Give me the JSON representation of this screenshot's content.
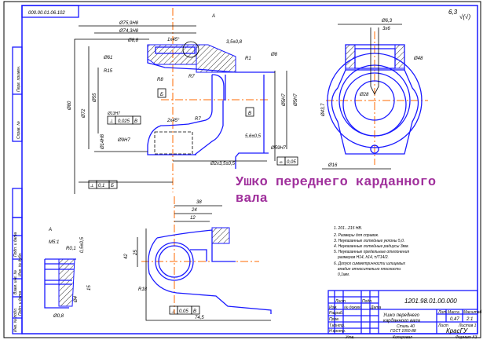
{
  "overlay_title": "Ушко переднего карданного вала",
  "drawing_code_rotated": "000.00.01.06.102",
  "dimensions": {
    "top_view": [
      "Ø75,9H8",
      "Ø74,3H8",
      "3,5",
      "Ø8,8",
      "1x45°",
      "R8",
      "R7",
      "3,5±0,8",
      "R1",
      "Ø8",
      "R7",
      "2x45°",
      "Ø61",
      "R15",
      "Ø9H7",
      "Ø13H7",
      "Ø14Н8",
      "Ø55",
      "Ø72",
      "Ø80",
      "Ø5Н7",
      "Ø5Н7",
      "5,6±0,5",
      "Ø59H7",
      "Ø59H7",
      "Ø2x3,5±0,5"
    ],
    "right_view": [
      "Ø6,3",
      "3x6",
      "Ø43,7",
      "Ø28",
      "Ø48",
      "Ø16"
    ],
    "bottom_view": [
      "38",
      "24",
      "12",
      "42",
      "25",
      "R18",
      "74,5"
    ],
    "detail": [
      "А",
      "М5:1",
      "R0,1",
      "0,5±0,5",
      "Ø4",
      "15",
      "Ø0,8"
    ]
  },
  "datums": [
    "Б",
    "В",
    "А"
  ],
  "tolerance_frames": [
    [
      "⟂",
      "0,1",
      "Б"
    ],
    [
      "⊥",
      "0,025",
      "В"
    ],
    [
      "⊥",
      "0,05",
      "В"
    ],
    [
      "⌯",
      "0,05",
      "В"
    ]
  ],
  "roughness_general": "6,3",
  "notes": [
    "1. 201...215 HB.",
    "2. Размеры для справок.",
    "3. Неуказанные литейные уклоны 5,0.",
    "4. Неуказанные литейные радиусы 3мм.",
    "5. Неуказанные предельные отклонения",
    "размеров H14, h14, ±IT14/2.",
    "6. Допуск симметричности шлицевых",
    "впадин относительно плоскости",
    "0,1мм."
  ],
  "title_block": {
    "designation": "1201.98.01.00.000",
    "name_line1": "Ушко переднего",
    "name_line2": "карданного вала",
    "material_line1": "Сталь 40",
    "material_line2": "ГОСТ 1050-88",
    "org": "КрасГУ",
    "col_lit": "Лит.",
    "col_mass": "Масса",
    "col_scale": "Масштаб",
    "mass": "0,47",
    "scale": "2:1",
    "sheet": "Лист",
    "sheets": "Листов 1",
    "format": "Формат А3",
    "copied": "Копировал",
    "rows": [
      "Изм.",
      "Лист",
      "№ докум.",
      "Подп.",
      "Дата",
      "Разраб.",
      "Пров.",
      "Т.контр.",
      "Н.контр.",
      "Утв."
    ]
  },
  "side_strip": [
    "Инв. № подл.",
    "Подп. и дата",
    "Взам. инв. №",
    "Инв. № дубл.",
    "Подп. и дата",
    "Справ. №",
    "Перв. примен."
  ]
}
